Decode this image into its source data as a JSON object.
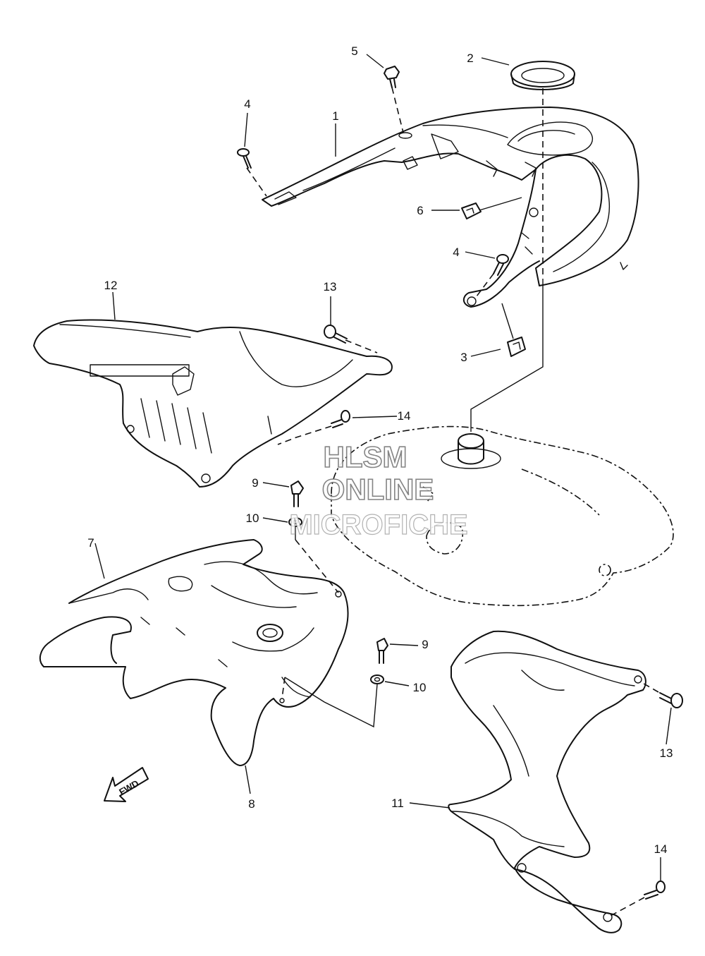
{
  "callouts": [
    "1",
    "2",
    "3",
    "4",
    "4",
    "5",
    "6",
    "7",
    "8",
    "9",
    "9",
    "10",
    "10",
    "11",
    "12",
    "13",
    "13",
    "14",
    "14"
  ],
  "watermark": {
    "line1": "HLSM",
    "line2": "ONLINE",
    "line3": "MICROFICHE"
  },
  "fwd_label": "FWD"
}
